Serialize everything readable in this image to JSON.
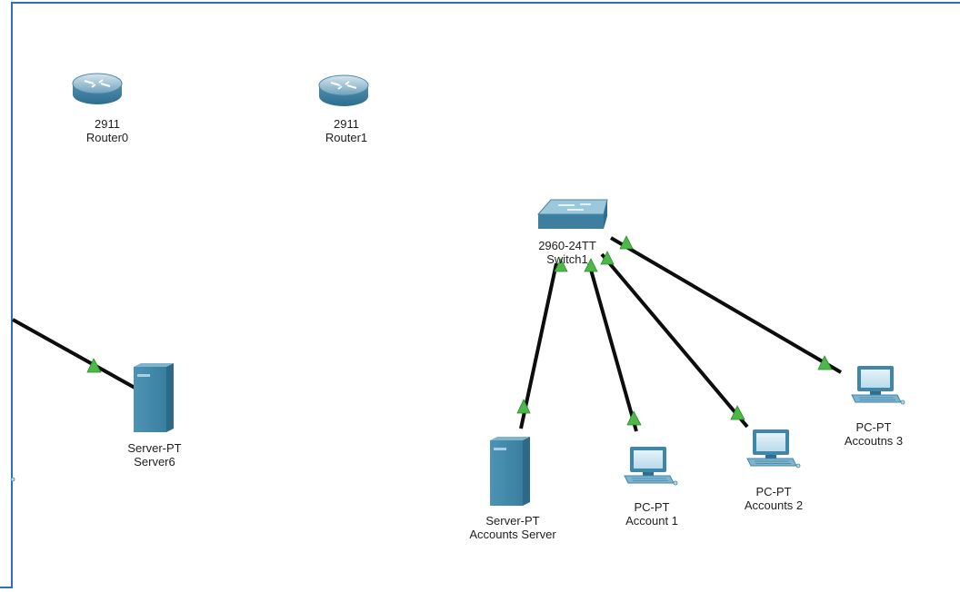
{
  "devices": {
    "router0": {
      "model": "2911",
      "name": "Router0"
    },
    "router1": {
      "model": "2911",
      "name": "Router1"
    },
    "switch1": {
      "model": "2960-24TT",
      "name": "Switch1"
    },
    "server6": {
      "model": "Server-PT",
      "name": "Server6"
    },
    "accounts_server": {
      "model": "Server-PT",
      "name": "Accounts Server"
    },
    "account1": {
      "model": "PC-PT",
      "name": "Account 1"
    },
    "accounts2": {
      "model": "PC-PT",
      "name": "Accounts 2"
    },
    "accounts3": {
      "model": "PC-PT",
      "name": "Accoutns 3"
    }
  },
  "colors": {
    "link": "#0d0d0d",
    "link_status_up": "#4cb848",
    "frame": "#2f6fb3",
    "device_blue": "#3f86a8"
  },
  "icons": [
    "router-icon",
    "switch-icon",
    "server-icon",
    "pc-icon",
    "link-up-triangle-icon"
  ]
}
